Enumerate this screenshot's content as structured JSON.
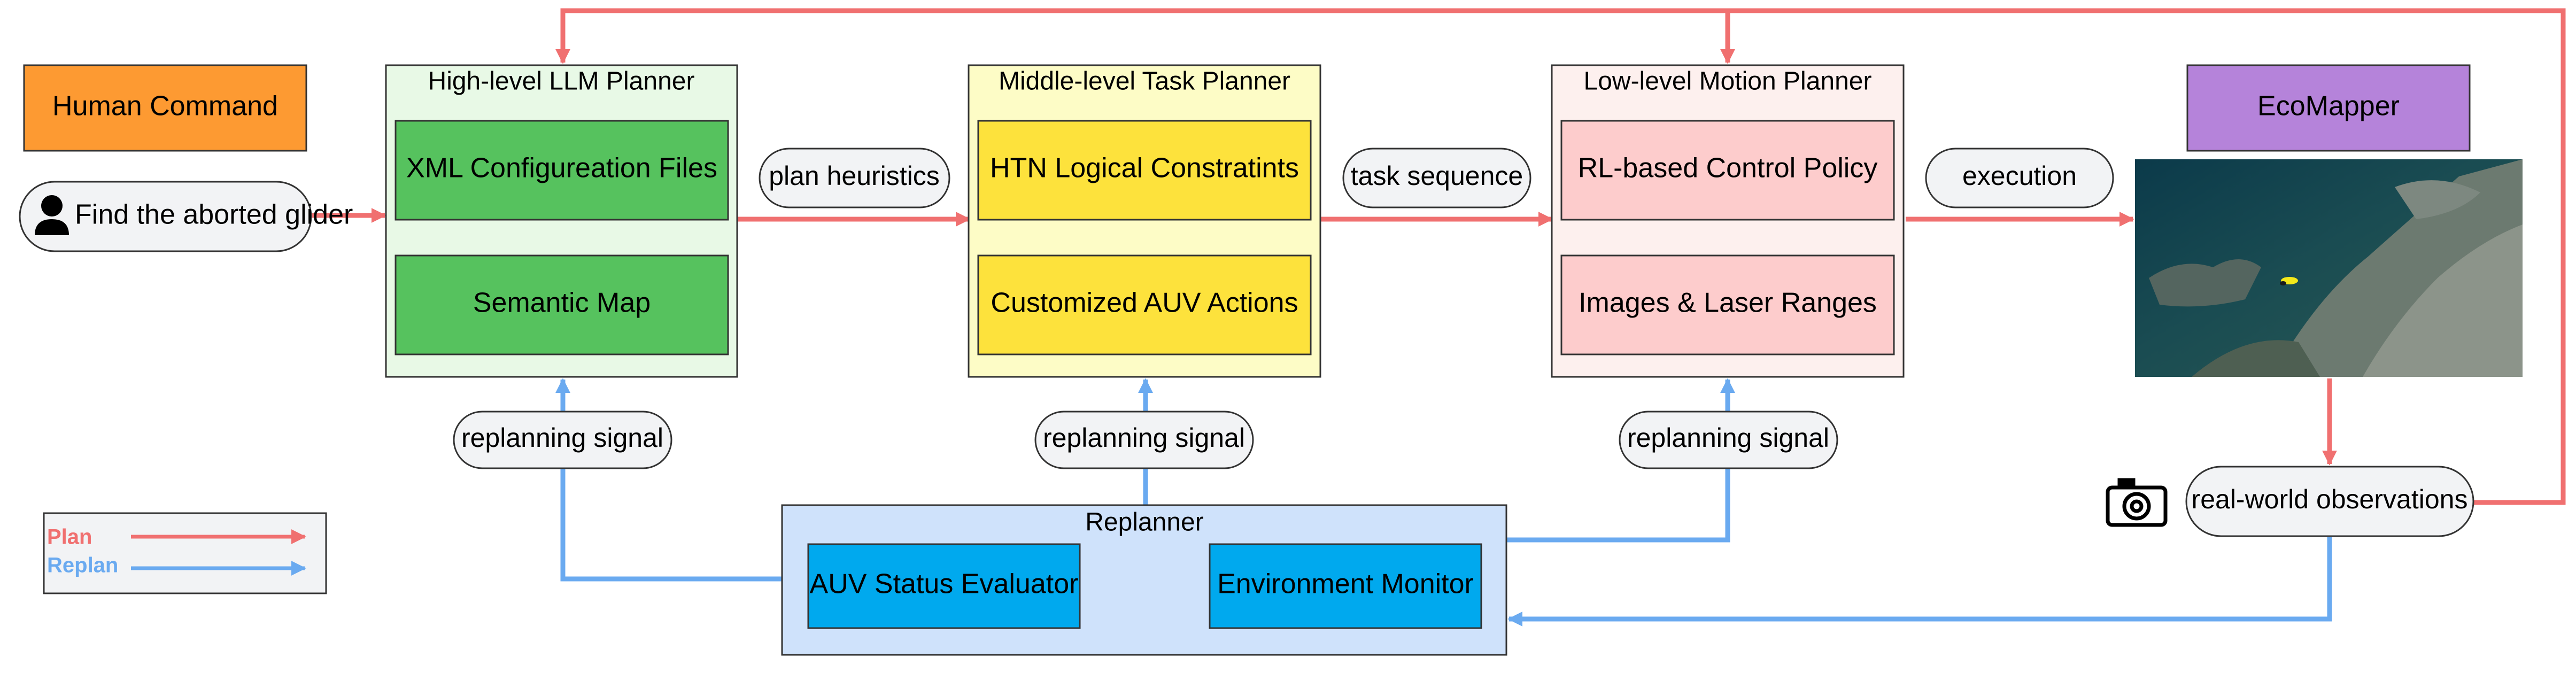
{
  "human_command": "Human Command",
  "user_query": "Find the aborted glider",
  "planners": {
    "high": {
      "title": "High-level LLM Planner",
      "items": [
        "XML Configureation Files",
        "Semantic Map"
      ]
    },
    "middle": {
      "title": "Middle-level Task Planner",
      "items": [
        "HTN Logical Constratints",
        "Customized AUV Actions"
      ]
    },
    "low": {
      "title": "Low-level Motion Planner",
      "items": [
        "RL-based Control Policy",
        "Images & Laser Ranges"
      ]
    }
  },
  "flow_labels": {
    "plan_heuristics": "plan heuristics",
    "task_sequence": "task sequence",
    "execution": "execution",
    "replanning_signal": "replanning signal",
    "observations": "real-world observations"
  },
  "ecomapper": "EcoMapper",
  "replanner": {
    "title": "Replanner",
    "items": [
      "AUV Status Evaluator",
      "Environment Monitor"
    ]
  },
  "legend": {
    "plan": "Plan",
    "replan": "Replan"
  },
  "icons": {
    "user": "person-icon",
    "camera": "camera-icon"
  },
  "colors": {
    "plan_arrow": "#f07070",
    "replan_arrow": "#6aaaf0",
    "human_command_fill": "#fd9a32",
    "high_panel_fill": "#e8f9e6",
    "high_item_fill": "#56c25e",
    "middle_panel_fill": "#fdfcc6",
    "middle_item_fill": "#fde23c",
    "low_panel_fill": "#fdf0ee",
    "low_item_fill": "#fdcccc",
    "ecomapper_fill": "#b583da",
    "replanner_fill": "#cfe2fb",
    "replanner_item_fill": "#00a9ee",
    "pill_fill": "#f2f3f5",
    "legend_fill": "#f2f3f5"
  }
}
